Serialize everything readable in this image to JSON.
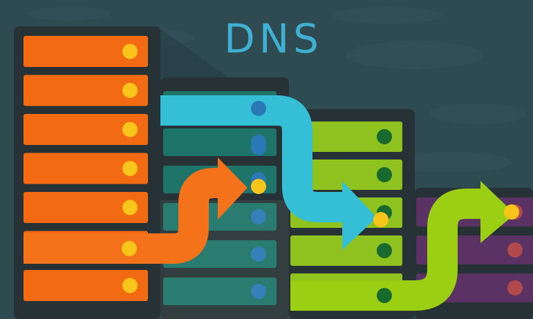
{
  "title": "DNS",
  "colors": {
    "background": "#2f4b52",
    "background_light": "#3a5a61",
    "rack_frame": "#263235",
    "shadow": "#253c41",
    "title": "#3fb0d2",
    "orange_panel": "#f26a12",
    "orange_arrow": "#f4731a",
    "teal_panel": "#1e7468",
    "green_panel": "#8fc21e",
    "purple_panel": "#5a3263",
    "blue_arrow": "#34bfd6",
    "green_arrow": "#9bcf13",
    "led_yellow": "#f9c51a",
    "led_blue": "#2a79b6",
    "led_green": "#186a2e",
    "led_red": "#b24a4c"
  },
  "racks": [
    {
      "name": "orange-server",
      "panels": 7,
      "led": "led_yellow"
    },
    {
      "name": "teal-server",
      "panels": 6,
      "led": "led_blue"
    },
    {
      "name": "green-server",
      "panels": 5,
      "led": "led_green"
    },
    {
      "name": "purple-server",
      "panels": 3,
      "led": "led_red"
    }
  ],
  "icons": {
    "orange_arrow": "arrow-icon",
    "blue_arrow": "arrow-icon",
    "green_arrow": "arrow-icon"
  }
}
